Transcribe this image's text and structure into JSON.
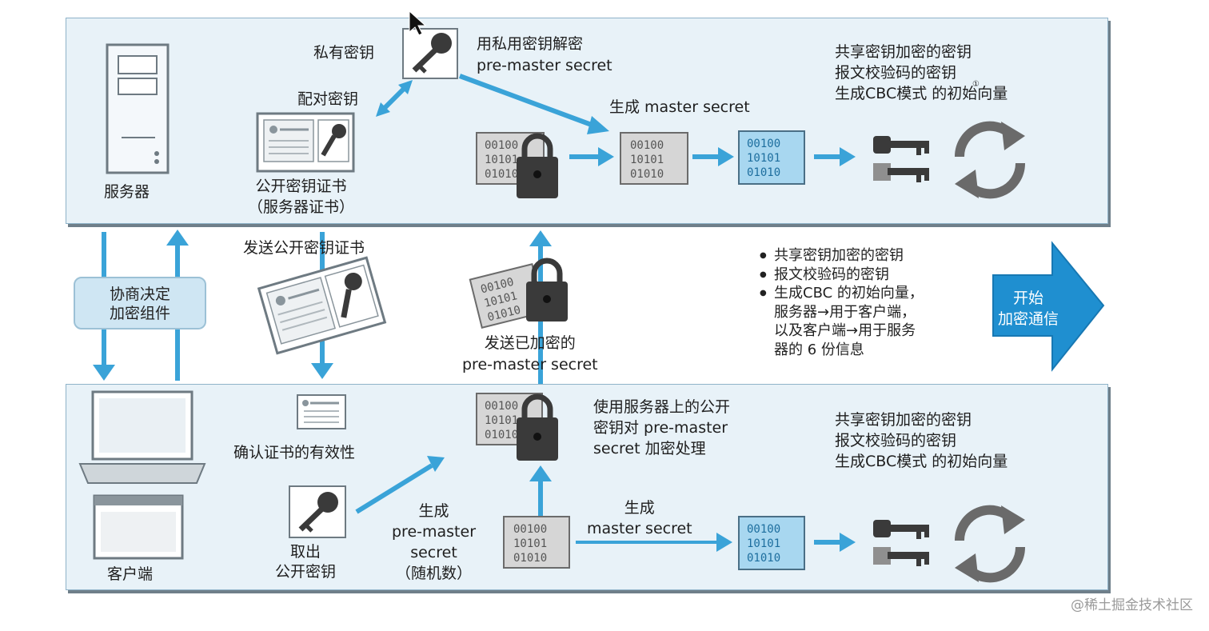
{
  "server": {
    "label": "服务器",
    "private_key_label": "私有密钥",
    "decrypt_label": "用私用密钥解密\npre-master secret",
    "paired_key_label": "配对密钥",
    "cert_label": "公开密钥证书\n（服务器证书）",
    "generate_master_label": "生成 master secret",
    "derived_label": "共享密钥加密的密钥\n报文校验码的密钥\n生成CBC模式 的初始向量",
    "derived_footnote": "①"
  },
  "middle": {
    "negotiate_label": "协商决定\n加密组件",
    "send_cert_label": "发送公开密钥证书",
    "send_encrypted_label": "发送已加密的\npre-master secret",
    "bullets": [
      "共享密钥加密的密钥",
      "报文校验码的密钥",
      "生成CBC 的初始向量，\n服务器→用于客户端，\n以及客户端→用于服务\n器的 6 份信息"
    ],
    "start_arrow_label": "开始\n加密通信"
  },
  "client": {
    "label": "客户端",
    "verify_cert_label": "确认证书的有效性",
    "take_key_label": "取出\n公开密钥",
    "generate_pre_master_label": "生成\npre-master\nsecret\n（随机数）",
    "encrypt_label": "使用服务器上的公开\n密钥对 pre-master\nsecret 加密处理",
    "generate_master_label": "生成\nmaster secret",
    "derived_label": "共享密钥加密的密钥\n报文校验码的密钥\n生成CBC模式 的初始向量"
  },
  "binary_text": "00100\n10101\n01010",
  "watermark": "@稀土掘金技术社区",
  "colors": {
    "panel_bg": "#e8f2f8",
    "arrow_blue": "#3aa3d8",
    "start_arrow": "#1f8fd0",
    "lock_dark": "#3a3a3a"
  },
  "icons": [
    "server-icon",
    "laptop-icon",
    "browser-window-icon",
    "key-icon",
    "padlock-icon",
    "certificate-icon",
    "cycle-arrows-icon",
    "mouse-cursor-icon"
  ]
}
